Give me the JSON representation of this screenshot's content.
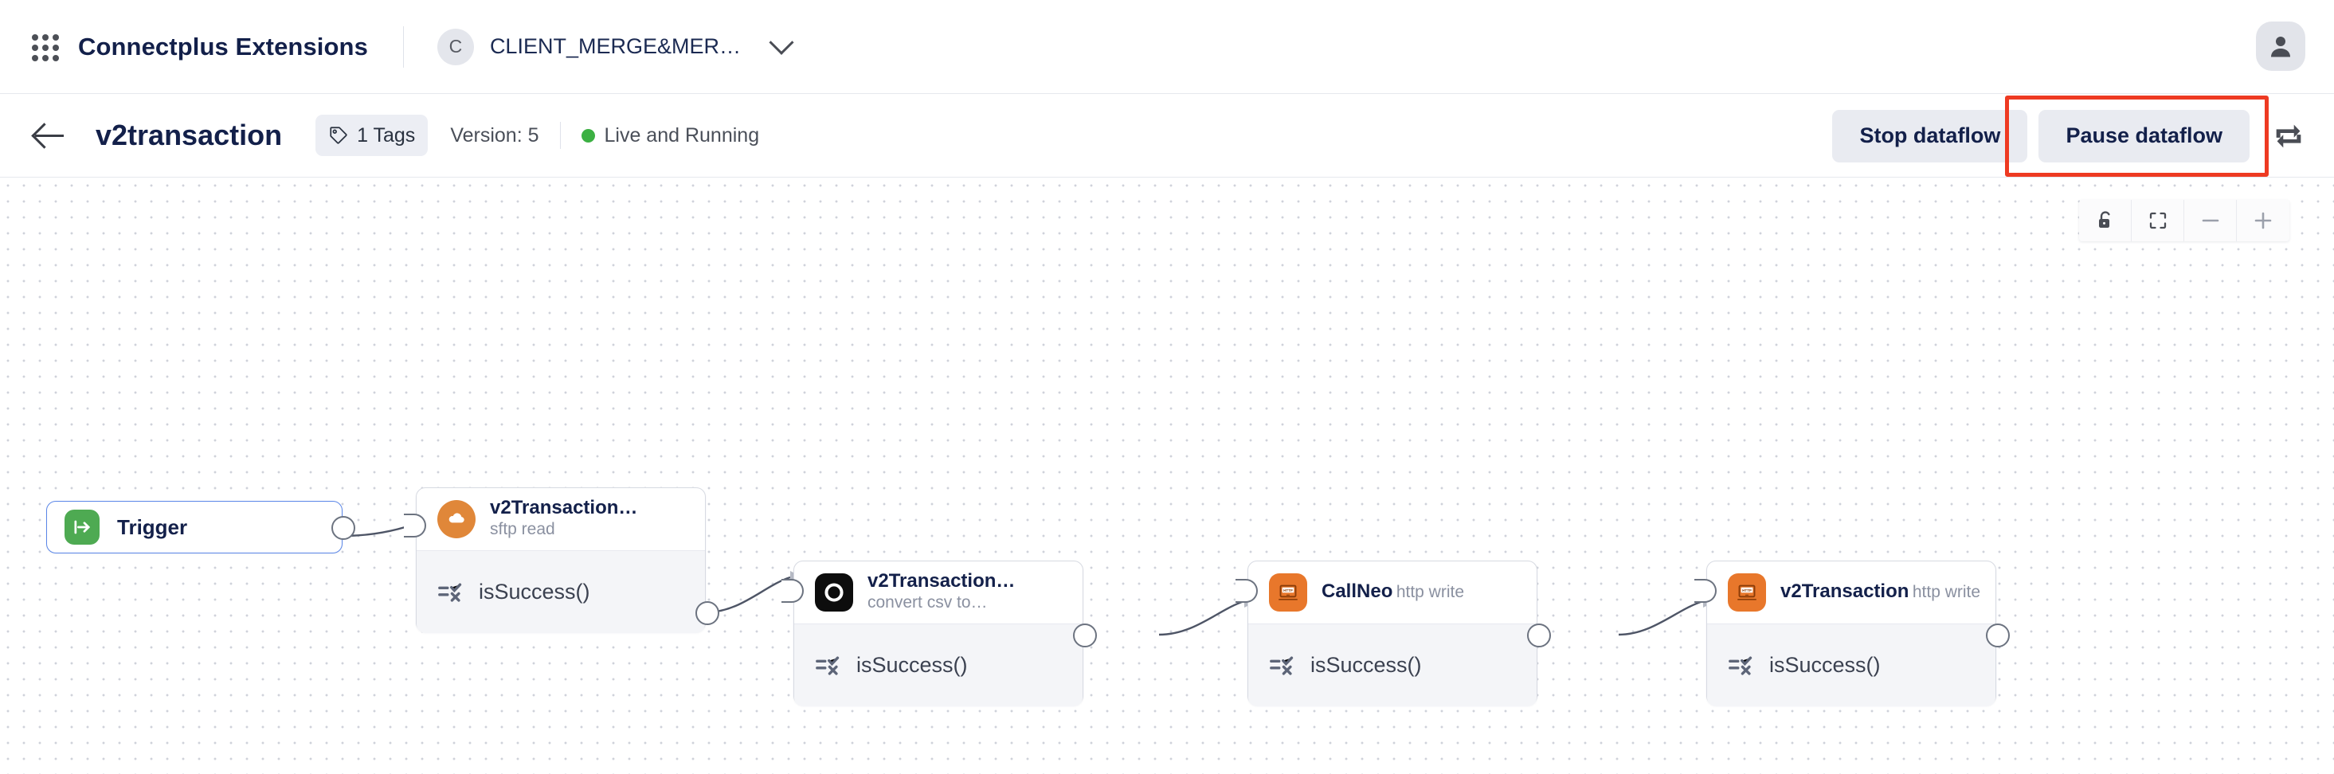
{
  "topbar": {
    "app_launcher_icon": "grid-apps-icon",
    "brand": "Connectplus Extensions",
    "client": {
      "avatar_letter": "C",
      "name": "CLIENT_MERGE&MER…",
      "chevron_icon": "chevron-down-icon"
    },
    "user_avatar_icon": "user-avatar-icon"
  },
  "subheader": {
    "back_icon": "arrow-left-icon",
    "title": "v2transaction",
    "tags": {
      "icon": "tag-icon",
      "label": "1 Tags"
    },
    "version": "Version: 5",
    "status": {
      "dot_color": "#3cb043",
      "text": "Live and Running"
    },
    "actions": {
      "stop_label": "Stop dataflow",
      "pause_label": "Pause dataflow",
      "sync_icon": "sync-refresh-icon"
    },
    "highlight_color": "#ee3a22"
  },
  "canvas": {
    "tools": [
      {
        "icon": "lock-open-icon",
        "name": "lock-toggle"
      },
      {
        "icon": "fit-screen-icon",
        "name": "fit-to-screen"
      },
      {
        "icon": "minus-icon",
        "name": "zoom-out"
      },
      {
        "icon": "plus-icon",
        "name": "zoom-in"
      }
    ],
    "nodes": [
      {
        "id": "trigger",
        "kind": "trigger",
        "title": "Trigger",
        "subtitle": "",
        "icon": "trigger-start-icon",
        "icon_bg": "#4eaa52",
        "selected": true,
        "rule": ""
      },
      {
        "id": "sftp-read",
        "kind": "step",
        "title": "v2Transaction…",
        "subtitle": "sftp read",
        "icon": "cloud-sftp-icon",
        "icon_bg": "#e08739",
        "selected": false,
        "rule": "isSuccess()"
      },
      {
        "id": "convert-csv",
        "kind": "step",
        "title": "v2Transaction…",
        "subtitle": "convert csv to…",
        "icon": "convert-ring-icon",
        "icon_bg": "#0d0d0d",
        "selected": false,
        "rule": "isSuccess()"
      },
      {
        "id": "callneo",
        "kind": "step",
        "title": "CallNeo",
        "subtitle": "http write",
        "icon": "http-laptop-icon",
        "icon_bg": "#e8772b",
        "selected": false,
        "rule": "isSuccess()"
      },
      {
        "id": "v2transaction-http",
        "kind": "step",
        "title": "v2Transaction",
        "subtitle": "http write",
        "icon": "http-laptop-icon",
        "icon_bg": "#e8772b",
        "selected": false,
        "rule": "isSuccess()"
      }
    ],
    "rule_icon": "check-cross-rule-icon"
  }
}
